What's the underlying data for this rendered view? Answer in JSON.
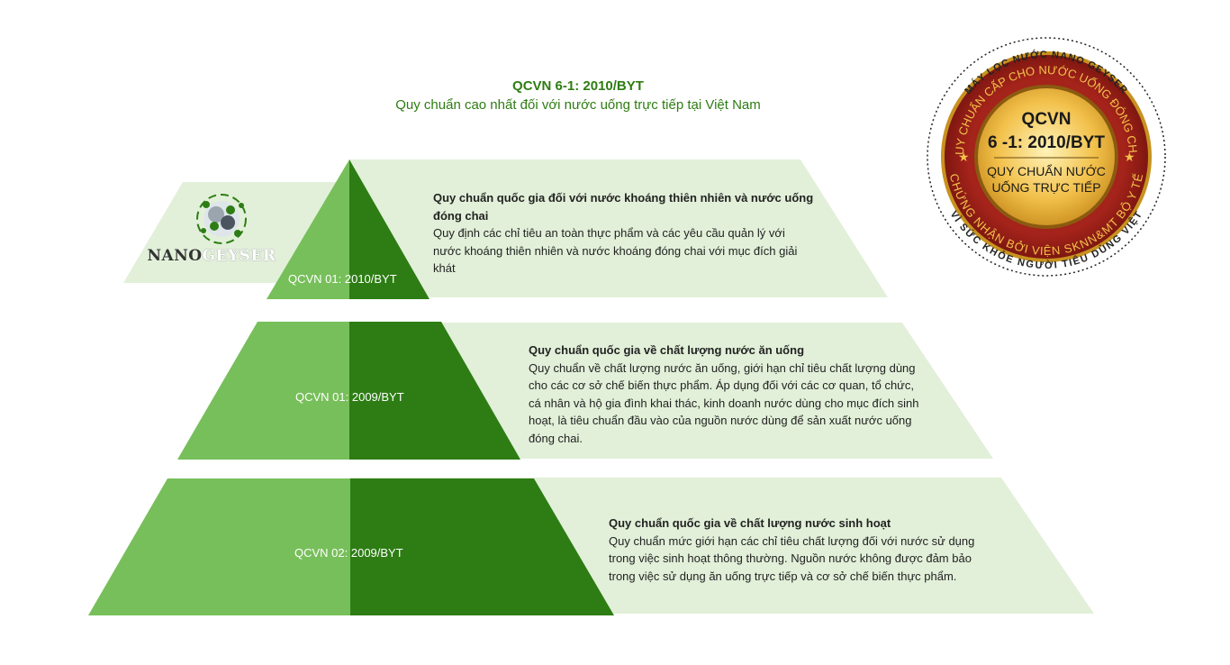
{
  "header": {
    "title": "QCVN 6-1: 2010/BYT",
    "subtitle": "Quy chuẩn cao nhất đối với nước uống trực tiếp tại Việt Nam"
  },
  "logo": {
    "text_part1": "NANO",
    "text_part2": "GEYSER"
  },
  "tiers": [
    {
      "label": "QCVN 01: 2010/BYT",
      "heading": "Quy chuẩn quốc gia đối với nước khoáng thiên nhiên và nước uống đóng chai",
      "body": "Quy định các chỉ tiêu an toàn thực phẩm và các yêu cầu quản lý với nước khoáng thiên nhiên và nước khoáng đóng chai với mục đích giải khát"
    },
    {
      "label": "QCVN 01: 2009/BYT",
      "heading": "Quy chuẩn quốc gia về chất lượng nước ăn uống",
      "body": "Quy chuẩn về chất lượng nước ăn uống, giới hạn chỉ tiêu chất lượng dùng cho các cơ sở chế biến thực phẩm. Áp dụng đối với các cơ quan, tổ chức, cá nhân và hộ gia đình khai thác, kinh doanh nước dùng cho mục đích sinh hoạt, là tiêu chuẩn đầu vào của nguồn nước dùng để sản xuất nước uống đóng chai."
    },
    {
      "label": "QCVN 02: 2009/BYT",
      "heading": "Quy chuẩn quốc gia về chất lượng nước sinh hoạt",
      "body": "Quy chuẩn mức giới hạn các chỉ tiêu chất lượng đối với nước sử dụng trong việc sinh hoạt thông thường. Nguồn nước không được đảm bảo trong việc sử dụng ăn uống trực tiếp và cơ sở chế biến thực phẩm."
    }
  ],
  "seal": {
    "outer_top": "MÁY LỌC NƯỚC NANO GEYSER",
    "outer_bottom": "VÌ SỨC KHỎE NGƯỜI TIÊU DÙNG VIỆT",
    "ring_top": "QUY CHUẨN CẤP CHO NƯỚC UỐNG ĐÓNG CHAI",
    "ring_bottom": "CHỨNG NHẬN BỞI VIỆN SKNN&MT BỘ Y TẾ",
    "center_line1": "QCVN",
    "center_line2": "6 -1: 2010/BYT",
    "center_line3": "QUY CHUẨN NƯỚC",
    "center_line4": "UỐNG TRỰC TIẾP"
  },
  "colors": {
    "light_panel": "#e2f0d9",
    "green_light": "#77bf5a",
    "green_dark": "#2d7d14",
    "title_green": "#2e7d12",
    "seal_red": "#8f1a14",
    "seal_gold": "#e8b33b"
  }
}
